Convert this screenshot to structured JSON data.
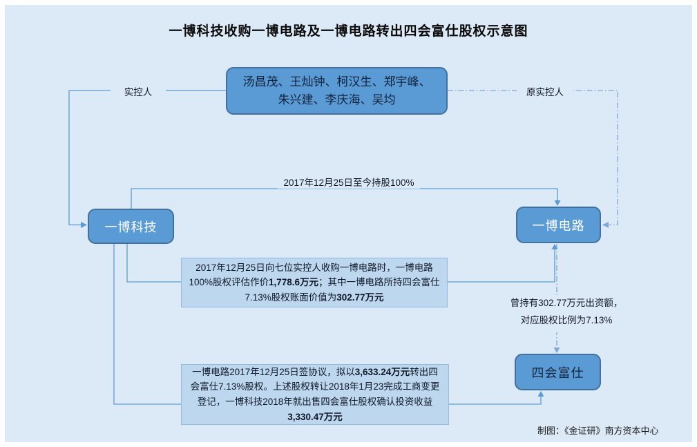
{
  "title": "一博科技收购一博电路及一博电路转出四会富仕股权示意图",
  "colors": {
    "canvas_bg": "#dce9f6",
    "entity_fill": "#5b9bd5",
    "entity_border": "#41719c",
    "note_fill": "#bdd7ee",
    "solid_line": "#5b9bd5",
    "dashed_line": "#7fa8d9",
    "entity_text_light": "#ffffff",
    "text_dark": "#101828"
  },
  "nodes": {
    "controllers": {
      "lines": [
        "汤昌茂、王灿钟、柯汉生、郑宇峰、",
        "朱兴建、李庆海、吴均"
      ]
    },
    "yibo_tech": {
      "label": "一博科技"
    },
    "yibo_circuit": {
      "label": "一博电路"
    },
    "sihui_fushi": {
      "label": "四会富仕"
    }
  },
  "edges": {
    "actual_controller_label": "实控人",
    "former_controller_label": "原实控人",
    "holding_label": "2017年12月25日至今持股100%"
  },
  "notes": {
    "acquisition": {
      "segments": [
        {
          "text": "2017年12月25日向七位实控人收购一博电路时，一博电路100%股权评估作价"
        },
        {
          "text": "1,778.6万元"
        },
        {
          "text": "；其中一博电路所持四会富仕7.13%股权账面价值为"
        },
        {
          "text": "302.77万元"
        }
      ]
    },
    "transfer": {
      "segments": [
        {
          "text": "一博电路2017年12月25日签协议，拟以"
        },
        {
          "text": "3,633.24万元"
        },
        {
          "text": "转出四会富仕7.13%股权。上述股权转让2018年1月23完成工商变更登记，一博科技2018年就出售四会富仕股权确认投资收益"
        },
        {
          "text": "3,330.47万元"
        }
      ]
    },
    "contribution": {
      "lines": [
        "曾持有302.77万元出资额，",
        "对应股权比例为7.13%"
      ]
    }
  },
  "credit": "制图：《金证研》南方资本中心"
}
